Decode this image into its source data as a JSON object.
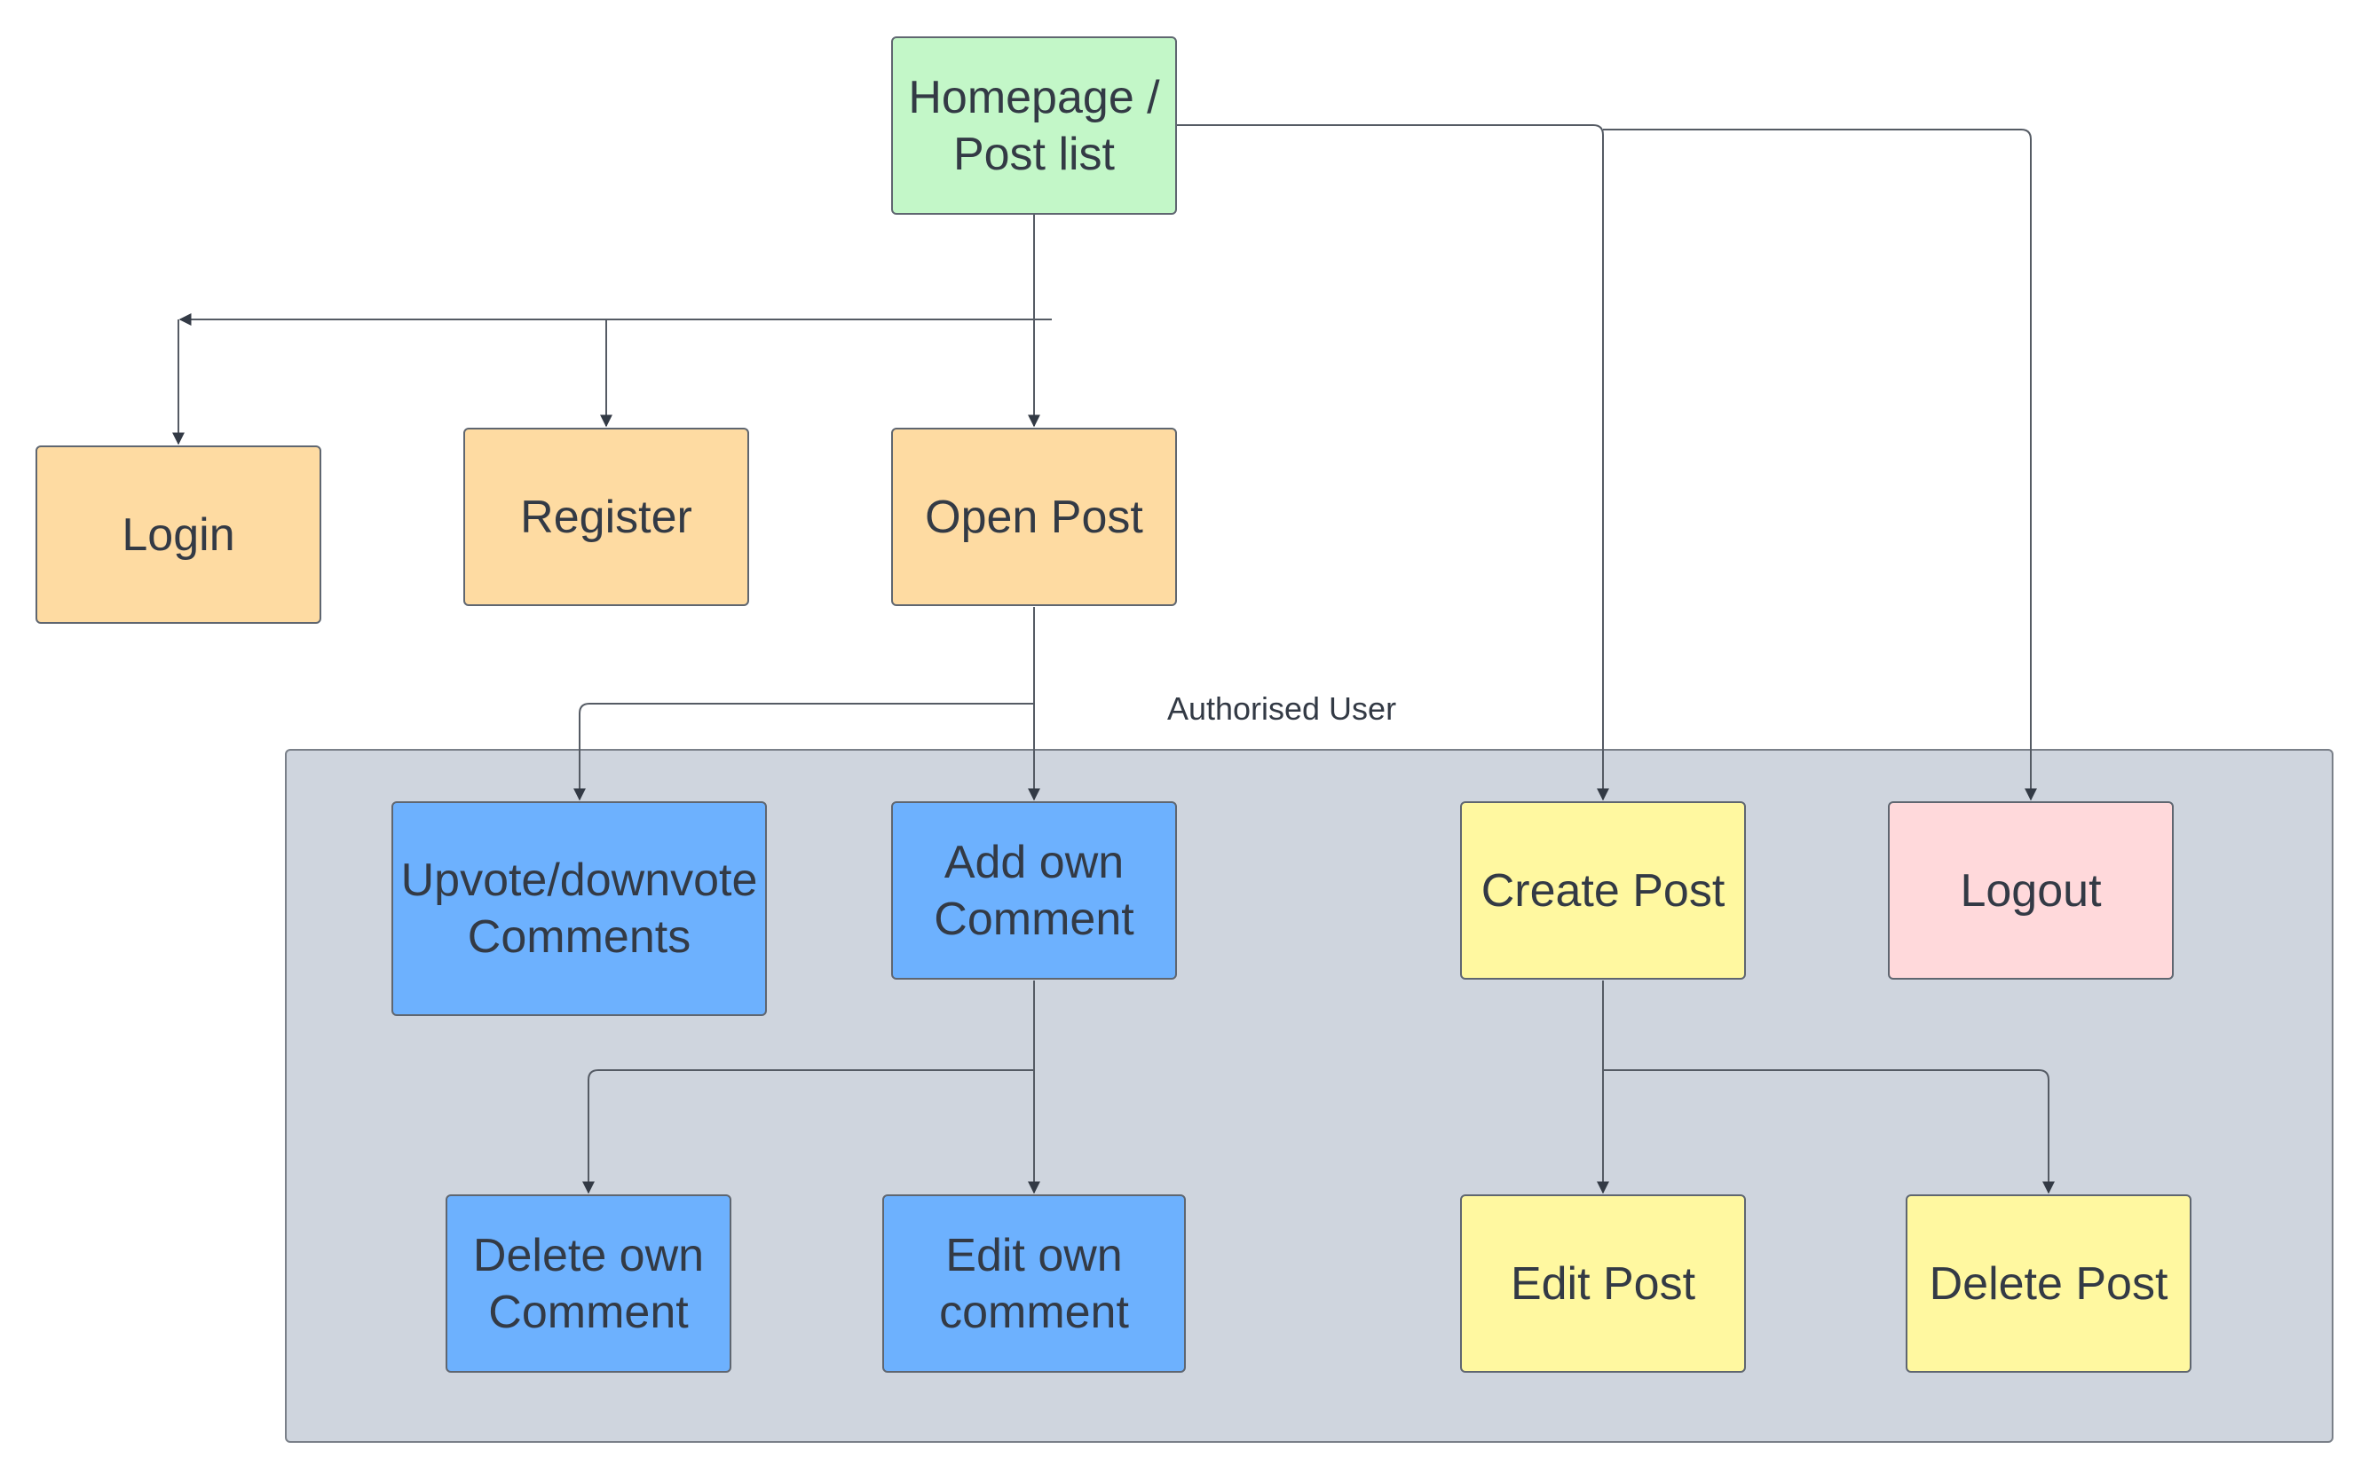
{
  "group": {
    "label": "Authorised User",
    "color": "#cfd5de"
  },
  "nodes": {
    "homepage": {
      "label": "Homepage /\nPost list",
      "color": "#c3f7c8"
    },
    "login": {
      "label": "Login",
      "color": "#fedba2"
    },
    "register": {
      "label": "Register",
      "color": "#fedba2"
    },
    "open_post": {
      "label": "Open Post",
      "color": "#fedba2"
    },
    "upvote": {
      "label": "Upvote/downvote\nComments",
      "color": "#6db1fe"
    },
    "add_comment": {
      "label": "Add own\nComment",
      "color": "#6db1fe"
    },
    "create_post": {
      "label": "Create Post",
      "color": "#fff8a0"
    },
    "logout": {
      "label": "Logout",
      "color": "#ffd9db"
    },
    "delete_comment": {
      "label": "Delete own\nComment",
      "color": "#6db1fe"
    },
    "edit_comment": {
      "label": "Edit own\ncomment",
      "color": "#6db1fe"
    },
    "edit_post": {
      "label": "Edit Post",
      "color": "#fff8a0"
    },
    "delete_post": {
      "label": "Delete Post",
      "color": "#fff8a0"
    }
  },
  "edges": [
    {
      "from": "homepage",
      "to": "open_post"
    },
    {
      "from": "homepage",
      "to": "register"
    },
    {
      "from": "homepage",
      "to": "login"
    },
    {
      "from": "homepage",
      "to": "create_post"
    },
    {
      "from": "homepage",
      "to": "logout"
    },
    {
      "from": "open_post",
      "to": "add_comment"
    },
    {
      "from": "open_post",
      "to": "upvote"
    },
    {
      "from": "add_comment",
      "to": "delete_comment"
    },
    {
      "from": "add_comment",
      "to": "edit_comment"
    },
    {
      "from": "create_post",
      "to": "edit_post"
    },
    {
      "from": "create_post",
      "to": "delete_post"
    }
  ]
}
